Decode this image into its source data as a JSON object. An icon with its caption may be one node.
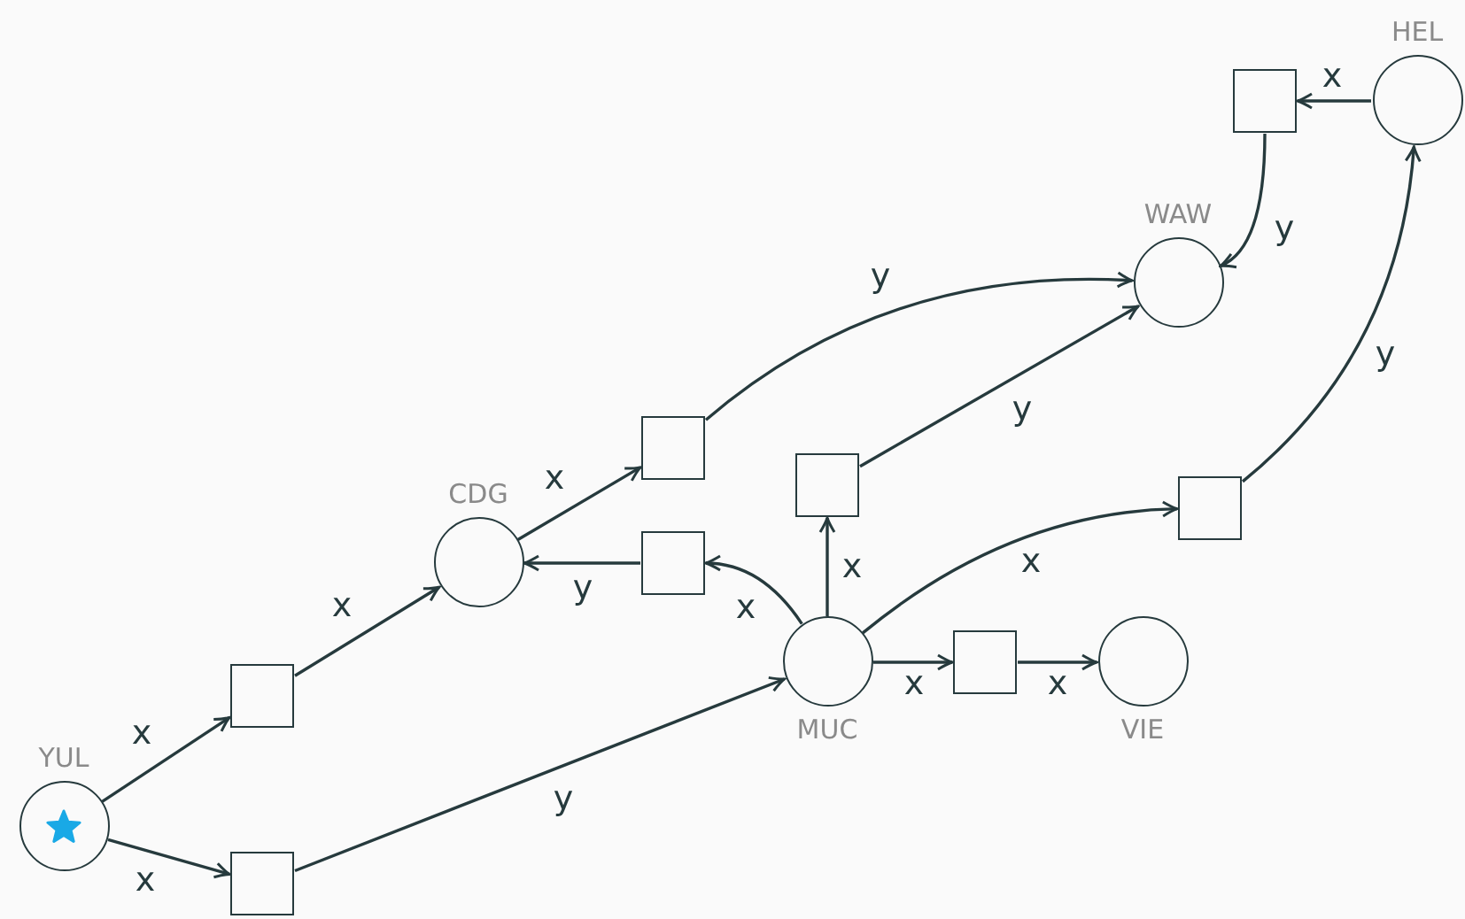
{
  "diagram": {
    "nodes": [
      {
        "text": [
          "YUL"
        ]
      },
      {
        "text": [
          "CDG"
        ]
      },
      {
        "text": [
          "WAW"
        ]
      },
      {
        "text": [
          "HEL"
        ]
      },
      {
        "text": [
          "MUC"
        ]
      },
      {
        "text": [
          "VIE"
        ]
      },
      {
        "text": [],
        "shape": "box"
      },
      {
        "text": [],
        "shape": "box"
      },
      {
        "text": [],
        "shape": "box"
      },
      {
        "text": [],
        "shape": "box"
      },
      {
        "text": [],
        "shape": "box"
      },
      {
        "text": [],
        "shape": "box"
      },
      {
        "text": [],
        "shape": "box"
      },
      {
        "text": [],
        "shape": "box"
      }
    ],
    "edges": [
      {
        "from": 0,
        "to": 6,
        "arrow": "to",
        "label": "x"
      },
      {
        "from": 0,
        "to": 7,
        "arrow": "to",
        "label": "x"
      },
      {
        "from": 6,
        "to": 1,
        "arrow": "to",
        "label": "x"
      },
      {
        "from": 7,
        "to": 4,
        "arrow": "to",
        "label": "y"
      },
      {
        "from": 1,
        "to": 8,
        "arrow": "to",
        "label": "x"
      },
      {
        "from": 8,
        "to": 2,
        "arrow": "to",
        "label": "y"
      },
      {
        "from": 4,
        "to": 9,
        "arrow": "to",
        "label": "x"
      },
      {
        "from": 9,
        "to": 1,
        "arrow": "to",
        "label": "y"
      },
      {
        "from": 4,
        "to": 10,
        "arrow": "to",
        "label": "x"
      },
      {
        "from": 10,
        "to": 2,
        "arrow": "to",
        "label": "y"
      },
      {
        "from": 4,
        "to": 12,
        "arrow": "to",
        "label": "x"
      },
      {
        "from": 12,
        "to": 3,
        "arrow": "to",
        "label": "y"
      },
      {
        "from": 3,
        "to": 13,
        "arrow": "to",
        "label": "x"
      },
      {
        "from": 13,
        "to": 2,
        "arrow": "to",
        "label": "y"
      },
      {
        "from": 4,
        "to": 11,
        "arrow": "to",
        "label": "x"
      },
      {
        "from": 11,
        "to": 5,
        "arrow": "to",
        "label": "x"
      }
    ]
  }
}
